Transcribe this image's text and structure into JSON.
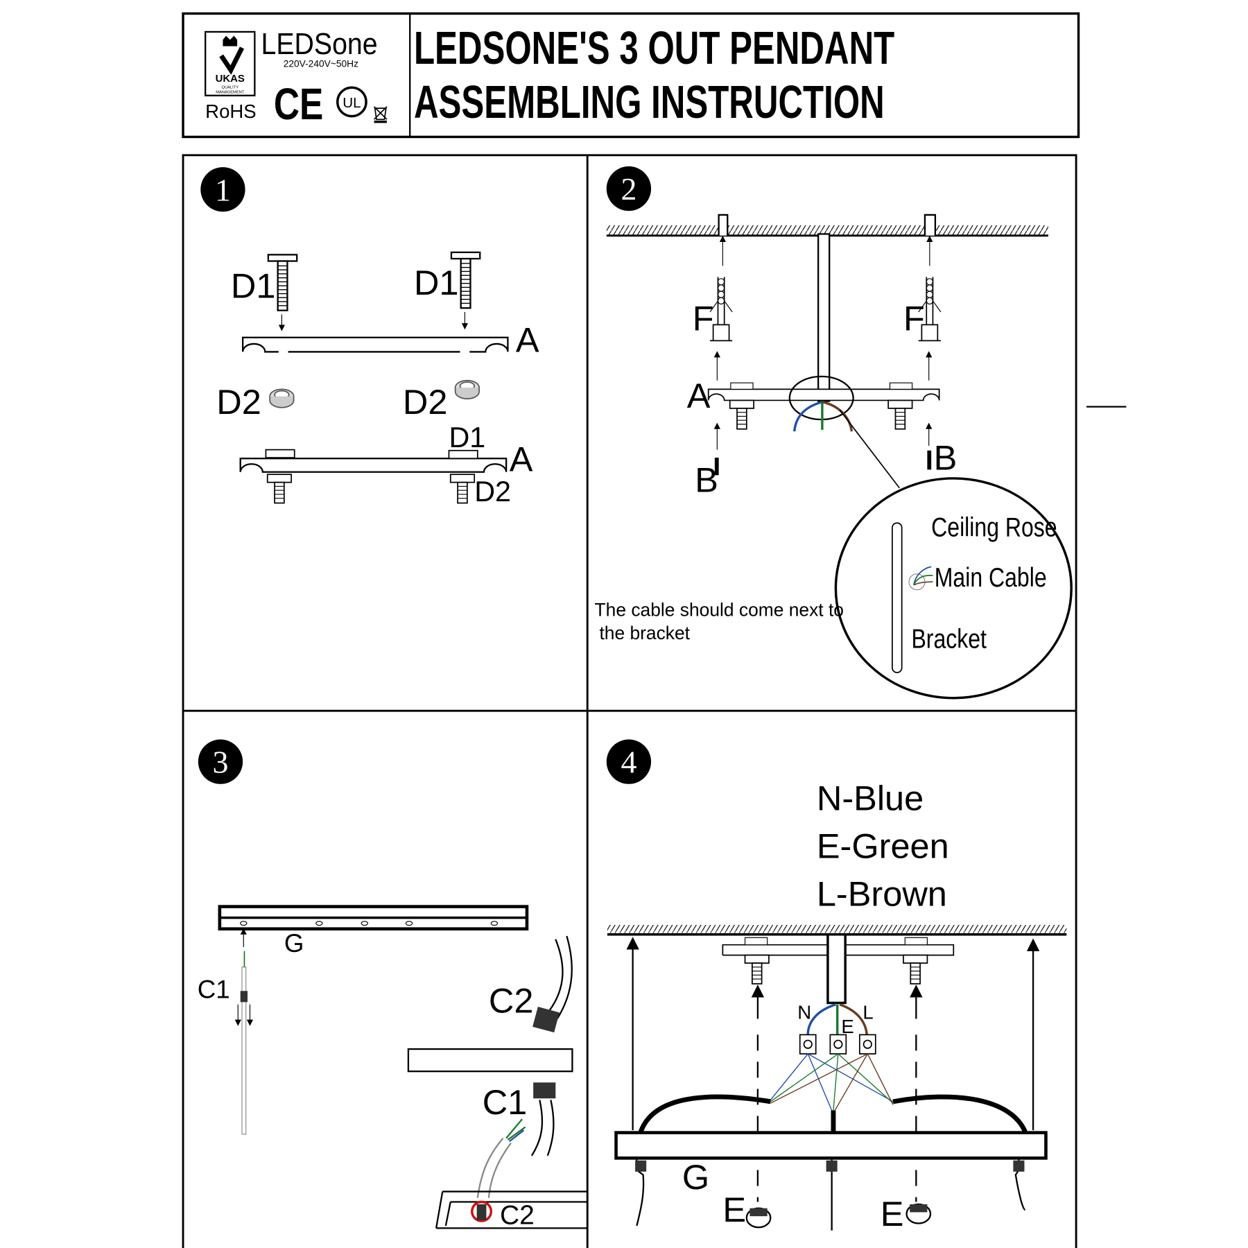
{
  "header": {
    "brand": "LEDSone",
    "voltage": "220V-240V~50Hz",
    "ukas": "UKAS",
    "ukas_sub1": "QUALITY",
    "ukas_sub2": "MANAGEMENT",
    "rohs": "RoHS",
    "ce": "CE",
    "ul": "UL",
    "title_line1": "LEDSONE'S 3 OUT PENDANT",
    "title_line2": "ASSEMBLING INSTRUCTION"
  },
  "steps": [
    {
      "number": "1",
      "labels": {
        "d1": "D1",
        "d2": "D2",
        "a": "A"
      }
    },
    {
      "number": "2",
      "labels": {
        "f": "F",
        "a": "A",
        "b": "B",
        "ceiling_rose": "Ceiling Rose",
        "main_cable": "Main Cable",
        "bracket": "Bracket",
        "note_line1": "The cable should come next to",
        "note_line2": "the bracket"
      }
    },
    {
      "number": "3",
      "labels": {
        "c1": "C1",
        "c2": "C2",
        "g": "G"
      }
    },
    {
      "number": "4",
      "labels": {
        "n_blue": "N-Blue",
        "e_green": "E-Green",
        "l_brown": "L-Brown",
        "n": "N",
        "e": "E",
        "l": "L",
        "g": "G",
        "e_cap": "E"
      }
    }
  ],
  "colors": {
    "blue": "#1f4fa8",
    "green": "#1a7a2e",
    "brown": "#6b3a1f",
    "red": "#d01010"
  }
}
